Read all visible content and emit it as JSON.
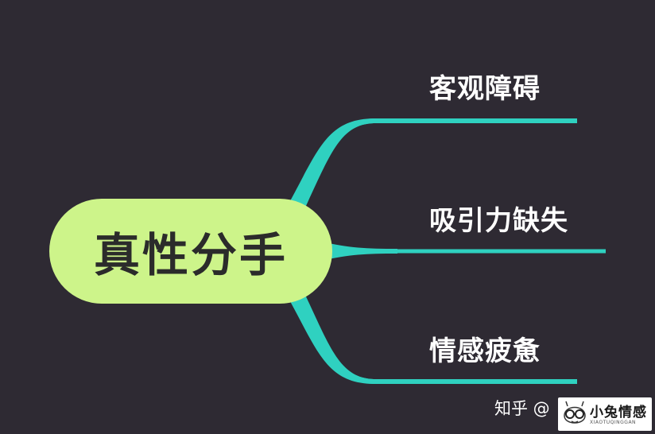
{
  "mindmap": {
    "root": {
      "label": "真性分手"
    },
    "branches": [
      {
        "label": "客观障碍"
      },
      {
        "label": "吸引力缺失"
      },
      {
        "label": "情感疲惫"
      }
    ]
  },
  "watermark": {
    "text": "知乎 @",
    "logo_title": "小兔情感",
    "logo_subtitle": "XIAOTUQINGGAN"
  },
  "colors": {
    "background": "#2e2a33",
    "root_fill": "#cdf48a",
    "connector": "#2fd1c0",
    "label_text": "#ffffff",
    "root_text": "#2b2b2b"
  },
  "icons": {
    "logo": "glasses-face-icon"
  }
}
